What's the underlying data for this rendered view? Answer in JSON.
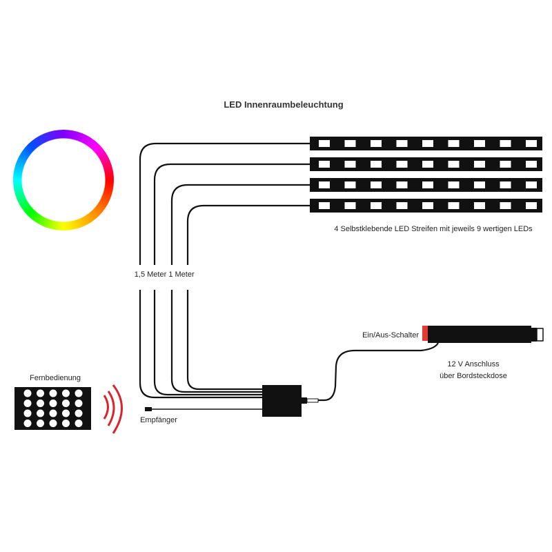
{
  "title": "LED Innenraumbeleuchtung",
  "labels": {
    "strips": "4 Selbstklebende LED Streifen mit jeweils 9 wertigen LEDs",
    "length_long": "1,5 Meter",
    "length_short": "1 Meter",
    "switch": "Ein/Aus-Schalter",
    "connector_line1": "12 V  Anschluss",
    "connector_line2": "über Bordsteckdose",
    "remote": "Fernbedienung",
    "receiver": "Empfänger"
  },
  "strips": {
    "count": 4,
    "leds_per_strip": 9
  },
  "remote": {
    "rows": 4,
    "cols": 5
  },
  "colors": {
    "strip": "#111111",
    "led": "#ffffff",
    "signal": "#d8242b",
    "switch_tip": "#e53935",
    "wire": "#111111"
  },
  "color_ring": [
    "#ff0000",
    "#ff8c00",
    "#ffff00",
    "#00ff00",
    "#00ffff",
    "#0050ff",
    "#8000ff",
    "#ff00ff"
  ]
}
